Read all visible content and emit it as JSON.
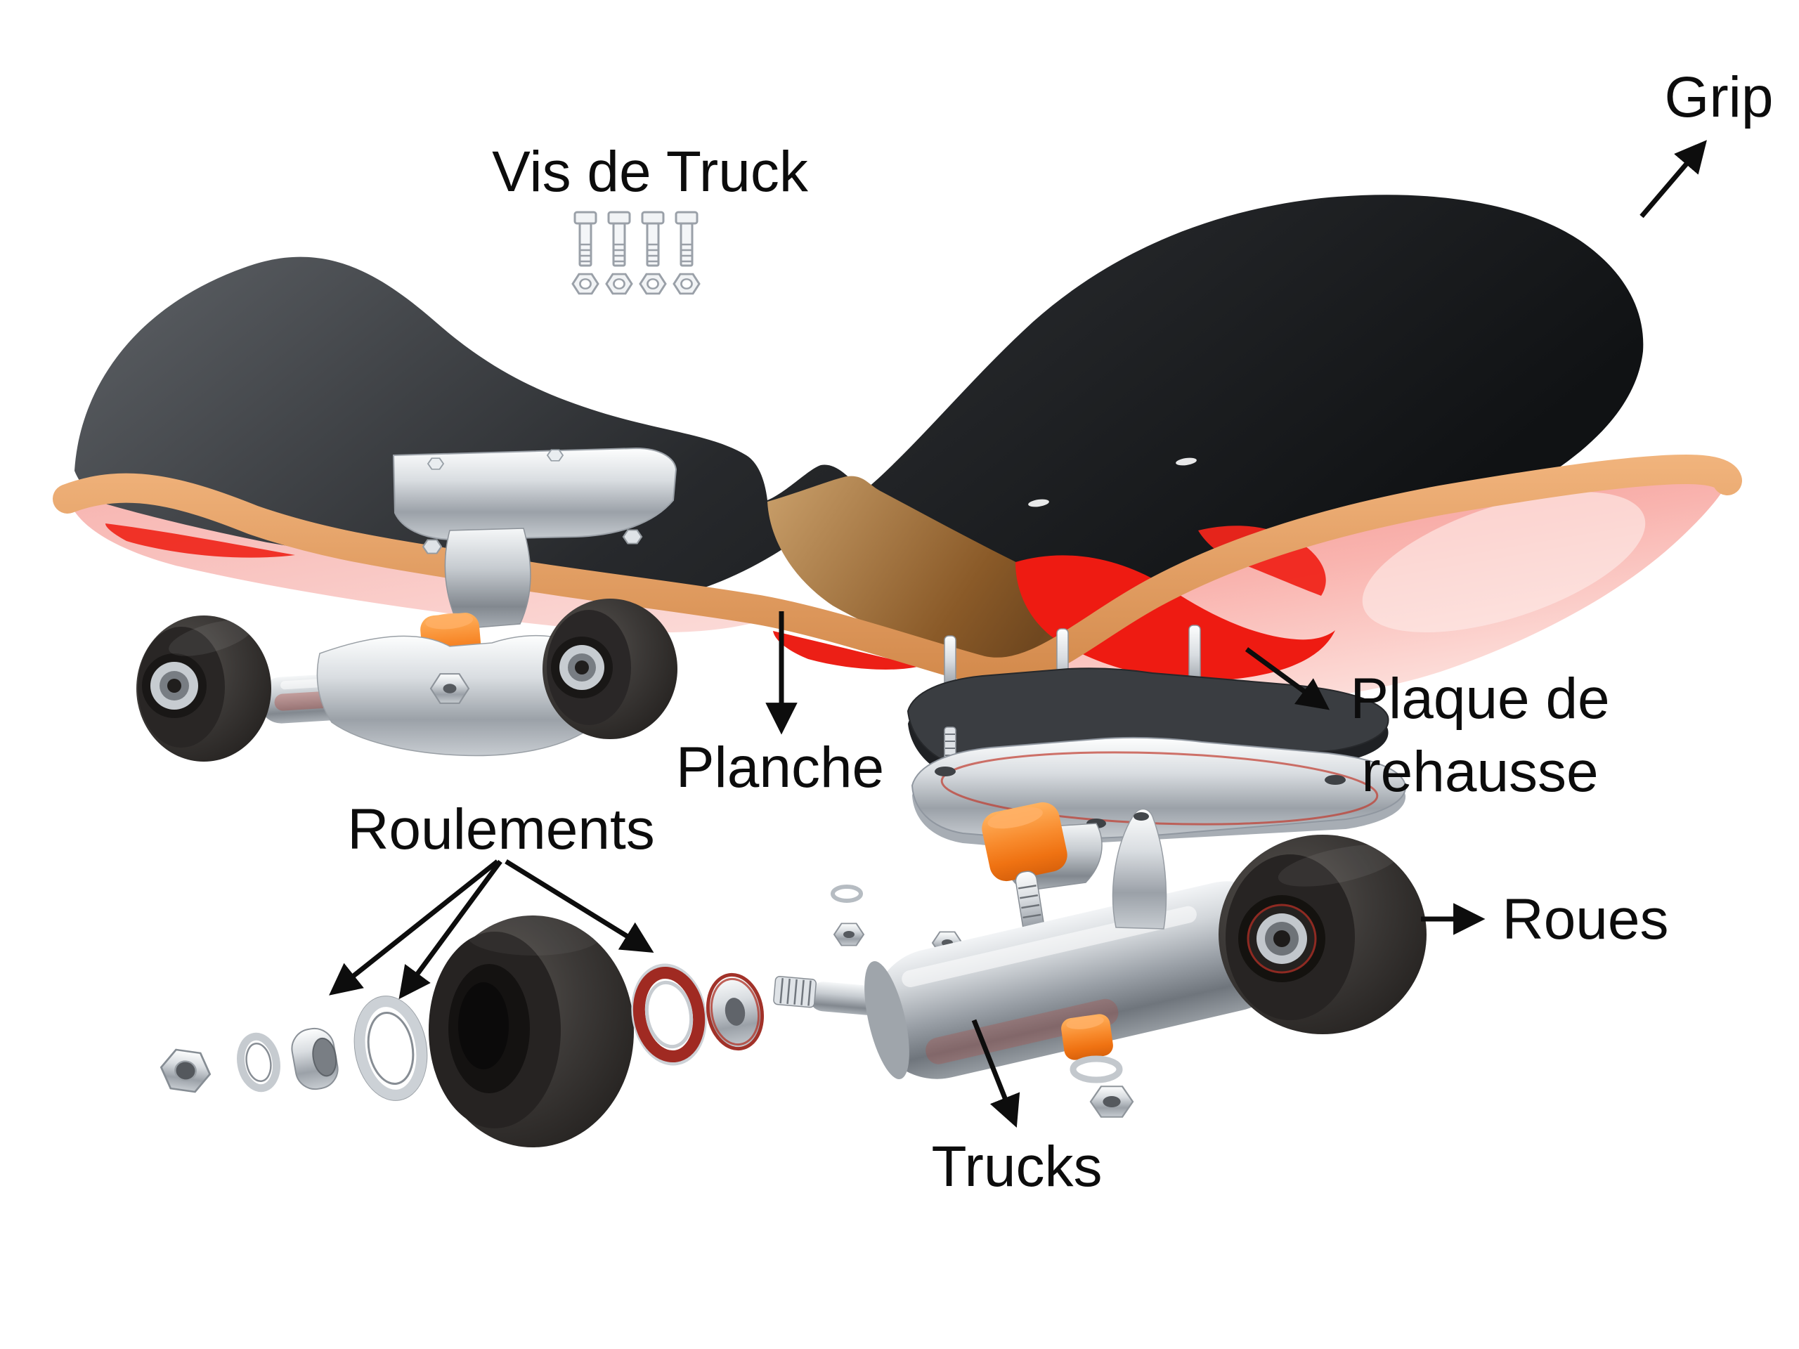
{
  "page": {
    "background": "#ffffff"
  },
  "diagram": {
    "type": "exploded-skateboard-diagram",
    "labels": {
      "vis_de_truck": "Vis de Truck",
      "grip": "Grip",
      "planche": "Planche",
      "plaque_line1": "Plaque de",
      "plaque_line2": "rehausse",
      "roulements": "Roulements",
      "roues": "Roues",
      "trucks": "Trucks"
    },
    "colors": {
      "background": "#ffffff",
      "annotation_text": "#0c0c0c",
      "arrow": "#0d0d0d",
      "grip_dark": "#1b1d1f",
      "grip_light": "#5d6166",
      "deck_wood_rim": "#e29a5f",
      "deck_wood_top": "#8a5a28",
      "deck_underside_pink": "#f7a9a4",
      "flame_red": "#ee1b12",
      "metal_chrome": "#c9ced3",
      "metal_outline": "#9aa0a7",
      "bushing_orange": "#f47b1f",
      "wheel_dark": "#38342f",
      "bearing_red": "#a02a22"
    }
  }
}
